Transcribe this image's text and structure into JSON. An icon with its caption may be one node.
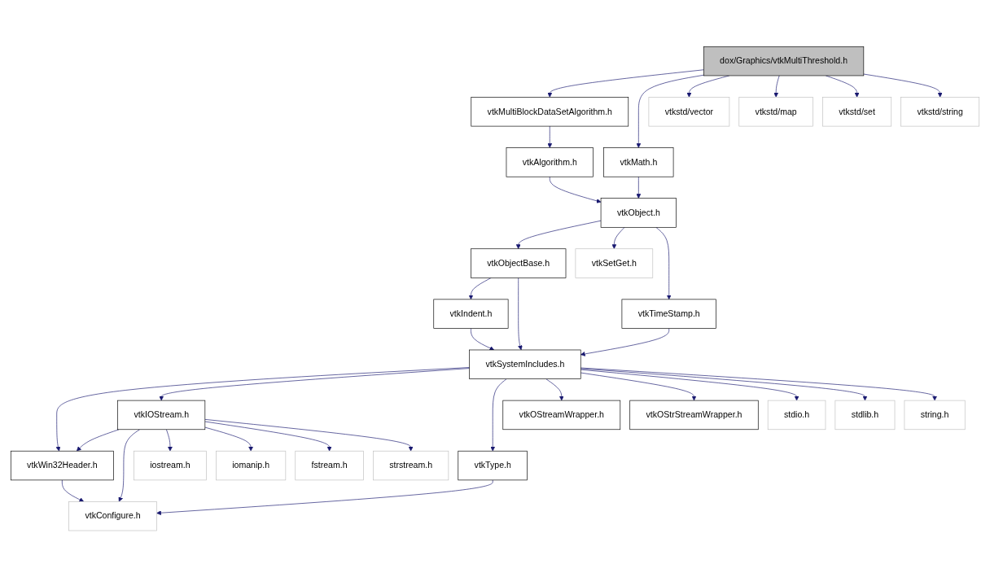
{
  "diagram": {
    "nodes": [
      {
        "text": [
          "dox/Graphics/vtkMultiThreshold.h"
        ]
      },
      {
        "text": [
          "vtkMultiBlockDataSetAlgorithm.h"
        ]
      },
      {
        "text": [
          "vtkstd/vector"
        ]
      },
      {
        "text": [
          "vtkstd/map"
        ]
      },
      {
        "text": [
          "vtkstd/set"
        ]
      },
      {
        "text": [
          "vtkstd/string"
        ]
      },
      {
        "text": [
          "vtkAlgorithm.h"
        ]
      },
      {
        "text": [
          "vtkMath.h"
        ]
      },
      {
        "text": [
          "vtkObject.h"
        ]
      },
      {
        "text": [
          "vtkObjectBase.h"
        ]
      },
      {
        "text": [
          "vtkSetGet.h"
        ]
      },
      {
        "text": [
          "vtkTimeStamp.h"
        ]
      },
      {
        "text": [
          "vtkIndent.h"
        ]
      },
      {
        "text": [
          "vtkSystemIncludes.h"
        ]
      },
      {
        "text": [
          "vtkIOStream.h"
        ]
      },
      {
        "text": [
          "vtkOStreamWrapper.h"
        ]
      },
      {
        "text": [
          "vtkOStrStreamWrapper.h"
        ]
      },
      {
        "text": [
          "stdio.h"
        ]
      },
      {
        "text": [
          "stdlib.h"
        ]
      },
      {
        "text": [
          "string.h"
        ]
      },
      {
        "text": [
          "vtkWin32Header.h"
        ]
      },
      {
        "text": [
          "iostream.h"
        ]
      },
      {
        "text": [
          "iomanip.h"
        ]
      },
      {
        "text": [
          "fstream.h"
        ]
      },
      {
        "text": [
          "strstream.h"
        ]
      },
      {
        "text": [
          "vtkType.h"
        ]
      },
      {
        "text": [
          "vtkConfigure.h"
        ]
      }
    ],
    "edges": [
      {
        "from": 0,
        "to": 1,
        "arrow": "to"
      },
      {
        "from": 0,
        "to": 7,
        "arrow": "to"
      },
      {
        "from": 0,
        "to": 2,
        "arrow": "to"
      },
      {
        "from": 0,
        "to": 3,
        "arrow": "to"
      },
      {
        "from": 0,
        "to": 4,
        "arrow": "to"
      },
      {
        "from": 0,
        "to": 5,
        "arrow": "to"
      },
      {
        "from": 1,
        "to": 6,
        "arrow": "to"
      },
      {
        "from": 6,
        "to": 8,
        "arrow": "to"
      },
      {
        "from": 7,
        "to": 8,
        "arrow": "to"
      },
      {
        "from": 8,
        "to": 9,
        "arrow": "to"
      },
      {
        "from": 8,
        "to": 10,
        "arrow": "to"
      },
      {
        "from": 8,
        "to": 11,
        "arrow": "to"
      },
      {
        "from": 9,
        "to": 12,
        "arrow": "to"
      },
      {
        "from": 9,
        "to": 13,
        "arrow": "to"
      },
      {
        "from": 12,
        "to": 13,
        "arrow": "to"
      },
      {
        "from": 11,
        "to": 13,
        "arrow": "to"
      },
      {
        "from": 13,
        "to": 20,
        "arrow": "to"
      },
      {
        "from": 13,
        "to": 14,
        "arrow": "to"
      },
      {
        "from": 13,
        "to": 25,
        "arrow": "to"
      },
      {
        "from": 13,
        "to": 15,
        "arrow": "to"
      },
      {
        "from": 13,
        "to": 16,
        "arrow": "to"
      },
      {
        "from": 13,
        "to": 17,
        "arrow": "to"
      },
      {
        "from": 13,
        "to": 18,
        "arrow": "to"
      },
      {
        "from": 13,
        "to": 19,
        "arrow": "to"
      },
      {
        "from": 14,
        "to": 20,
        "arrow": "to"
      },
      {
        "from": 14,
        "to": 26,
        "arrow": "to"
      },
      {
        "from": 14,
        "to": 21,
        "arrow": "to"
      },
      {
        "from": 14,
        "to": 22,
        "arrow": "to"
      },
      {
        "from": 14,
        "to": 23,
        "arrow": "to"
      },
      {
        "from": 14,
        "to": 24,
        "arrow": "to"
      },
      {
        "from": 20,
        "to": 26,
        "arrow": "to"
      },
      {
        "from": 25,
        "to": 26,
        "arrow": "to"
      }
    ]
  }
}
